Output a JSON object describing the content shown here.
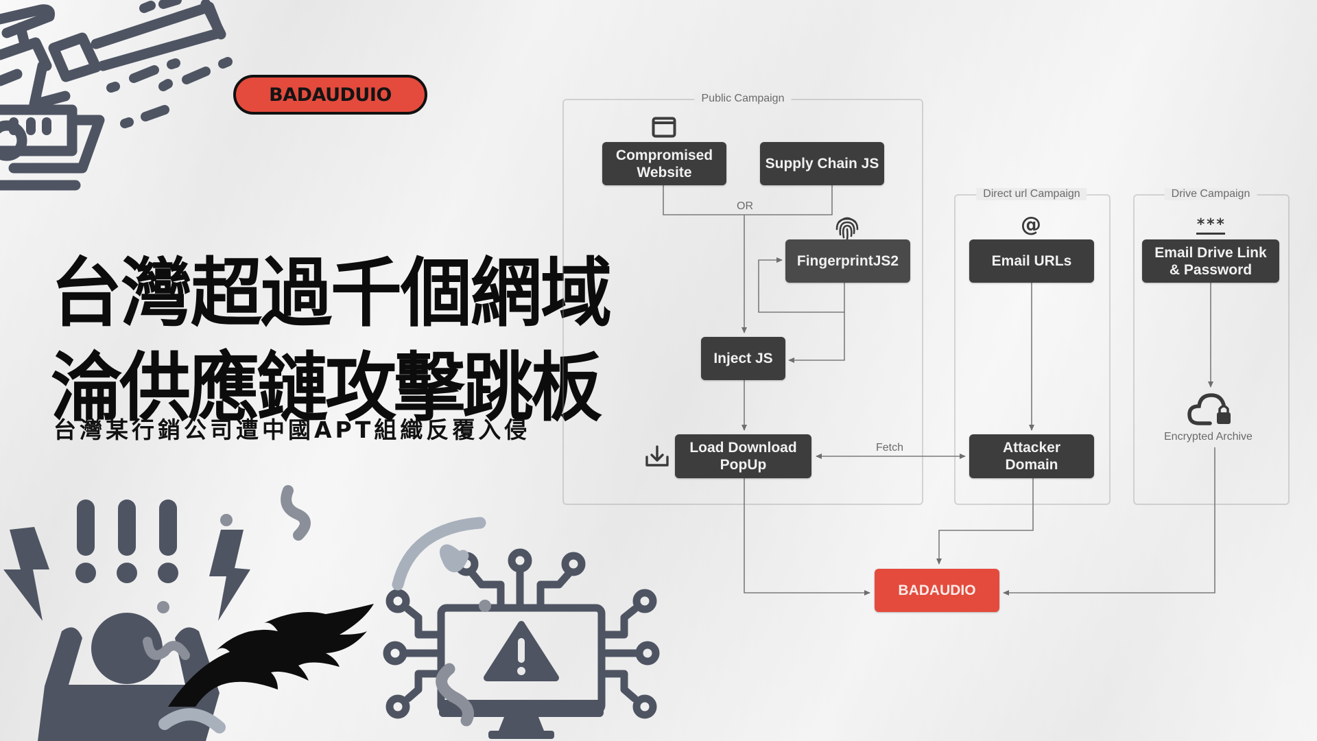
{
  "header": {
    "badge_label": "BADAUDUIO",
    "title_line1": "台灣超過千個網域",
    "title_line2": "淪供應鏈攻擊跳板",
    "subtitle": "台灣某行銷公司遭中國APT組織反覆入侵"
  },
  "diagram": {
    "groups": [
      {
        "label": "Public Campaign"
      },
      {
        "label": "Direct url Campaign"
      },
      {
        "label": "Drive Campaign"
      }
    ],
    "nodes": {
      "compromised_website": "Compromised Website",
      "compromised_line1": "Compromised",
      "compromised_line2": "Website",
      "supply_chain_js": "Supply Chain JS",
      "fingerprintjs2": "FingerprintJS2",
      "inject_js": "Inject JS",
      "load_download_line1": "Load Download",
      "load_download_line2": "PopUp",
      "email_urls": "Email URLs",
      "attacker_line1": "Attacker",
      "attacker_line2": "Domain",
      "email_drive_line1": "Email Drive Link",
      "email_drive_line2": "& Password",
      "badaudio": "BADAUDIO"
    },
    "labels": {
      "or": "OR",
      "fetch": "Fetch",
      "encrypted_archive": "Encrypted Archive",
      "password_mask": "***"
    },
    "colors": {
      "node_dark": "#3d3d3d",
      "node_red": "#e44b3d",
      "connector": "#7a7a7a"
    }
  },
  "decorations": {
    "icons": [
      "telescope-icon",
      "stressed-person-icon",
      "lightning-icon",
      "exclamation-icon",
      "flame-icon",
      "computer-warning-icon"
    ]
  }
}
